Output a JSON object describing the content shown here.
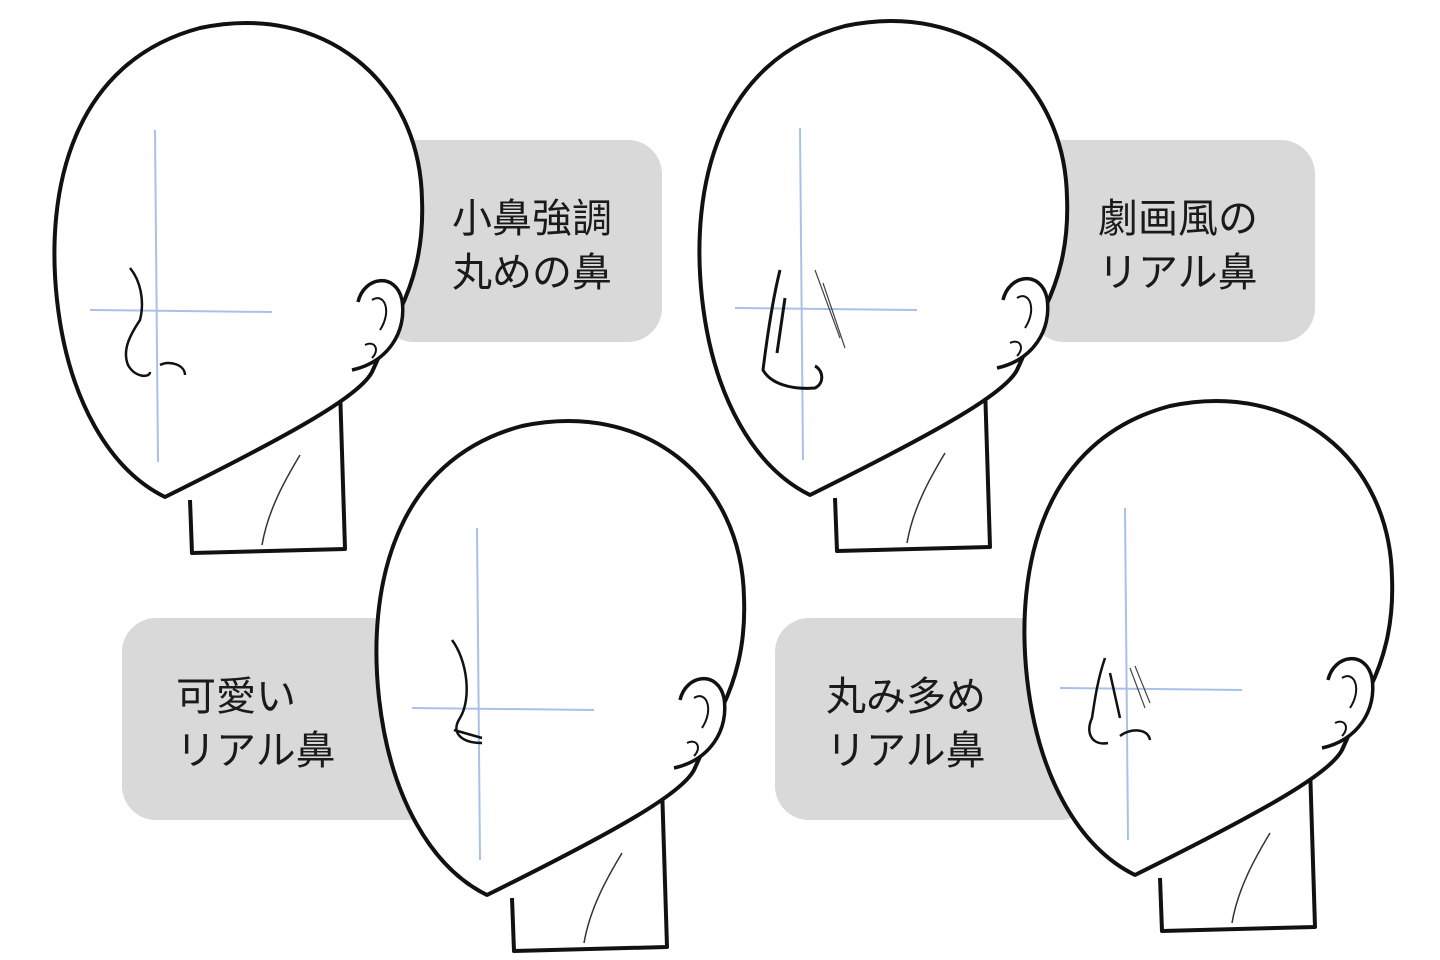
{
  "panels": [
    {
      "line1": "小鼻強調",
      "line2": "丸めの鼻"
    },
    {
      "line1": "劇画風の",
      "line2": "リアル鼻"
    },
    {
      "line1": "可愛い",
      "line2": "リアル鼻"
    },
    {
      "line1": "丸み多め",
      "line2": "リアル鼻"
    }
  ],
  "colors": {
    "label_box": "#d9d9d9",
    "guide_line": "#a9c1e6",
    "ink": "#111111"
  }
}
